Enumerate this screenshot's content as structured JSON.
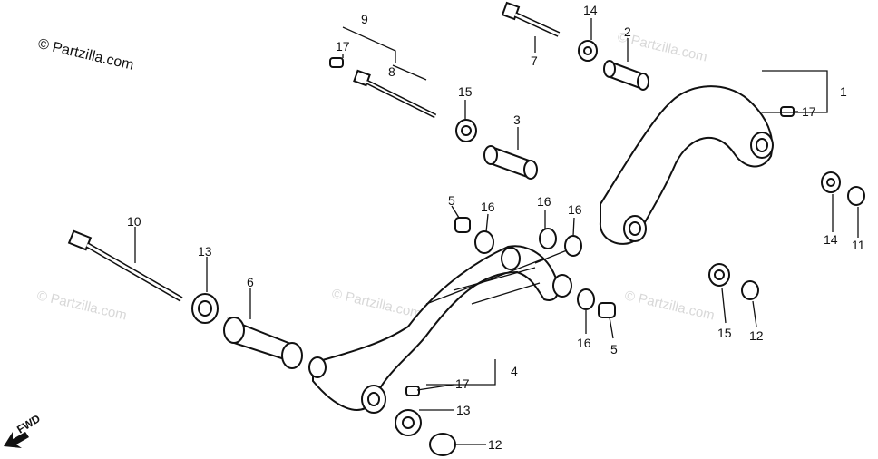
{
  "copyright": "© Partzilla.com",
  "watermark": "© Partzilla.com",
  "fwd_label": "FWD",
  "callouts": {
    "n1": "1",
    "n2": "2",
    "n3": "3",
    "n4": "4",
    "n5a": "5",
    "n5b": "5",
    "n6": "6",
    "n7": "7",
    "n8": "8",
    "n9": "9",
    "n10": "10",
    "n11": "11",
    "n12a": "12",
    "n12b": "12",
    "n13a": "13",
    "n13b": "13",
    "n14a": "14",
    "n14b": "14",
    "n15a": "15",
    "n15b": "15",
    "n16a": "16",
    "n16b": "16",
    "n16c": "16",
    "n16d": "16",
    "n17a": "17",
    "n17b": "17",
    "n17c": "17"
  }
}
